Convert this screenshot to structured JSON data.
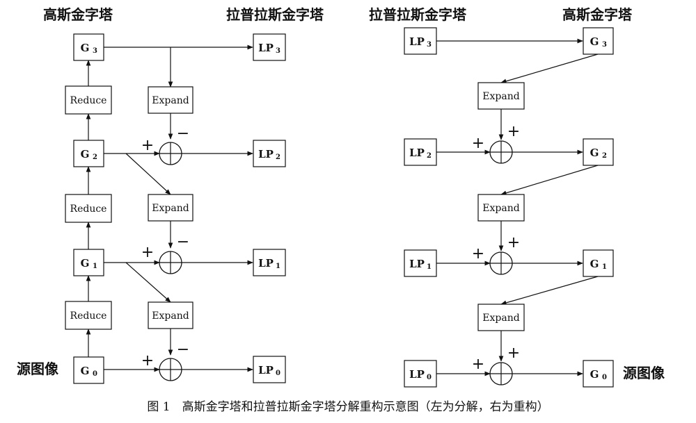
{
  "headings": {
    "left_gauss": "高斯金字塔",
    "left_lap": "拉普拉斯金字塔",
    "right_lap": "拉普拉斯金字塔",
    "right_gauss": "高斯金字塔"
  },
  "side_labels": {
    "left_source": "源图像",
    "right_source": "源图像"
  },
  "caption": "图 1　高斯金字塔和拉普拉斯金字塔分解重构示意图（左为分解，右为重构）",
  "ops": {
    "reduce": "Reduce",
    "expand": "Expand"
  },
  "signs": {
    "plus": "+",
    "minus": "−"
  },
  "left": {
    "g_nodes": [
      {
        "main": "G",
        "sub": "3"
      },
      {
        "main": "G",
        "sub": "2"
      },
      {
        "main": "G",
        "sub": "1"
      },
      {
        "main": "G",
        "sub": "0"
      }
    ],
    "lp_nodes": [
      {
        "main": "LP",
        "sub": "3"
      },
      {
        "main": "LP",
        "sub": "2"
      },
      {
        "main": "LP",
        "sub": "1"
      },
      {
        "main": "LP",
        "sub": "0"
      }
    ]
  },
  "right": {
    "lp_nodes": [
      {
        "main": "LP",
        "sub": "3"
      },
      {
        "main": "LP",
        "sub": "2"
      },
      {
        "main": "LP",
        "sub": "1"
      },
      {
        "main": "LP",
        "sub": "0"
      }
    ],
    "g_nodes": [
      {
        "main": "G",
        "sub": "3"
      },
      {
        "main": "G",
        "sub": "2"
      },
      {
        "main": "G",
        "sub": "1"
      },
      {
        "main": "G",
        "sub": "0"
      }
    ]
  }
}
